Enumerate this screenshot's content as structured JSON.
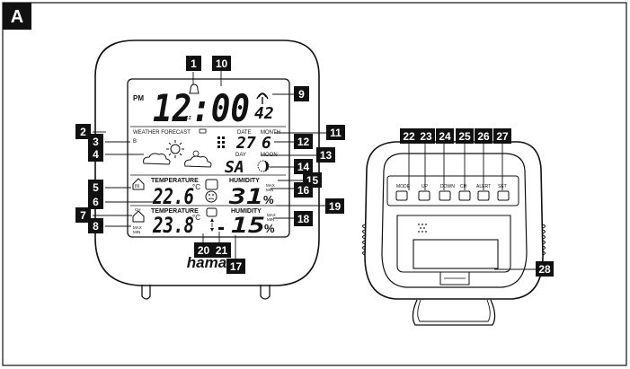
{
  "figure_label": "A",
  "display": {
    "pm": "PM",
    "time": "12:00",
    "seconds": "42",
    "zz": "zz",
    "weather_forecast": "WEATHER FORECAST",
    "date_label": "DATE",
    "month_label": "MONTH",
    "date_value": "27",
    "month_value": "6",
    "day_label": "DAY",
    "moon_label": "MOON",
    "day_value": "SA",
    "in_label": "IN",
    "temperature_label": "TEMPERATURE",
    "humidity_label": "HUMIDITY",
    "indoor_temp": "22.6",
    "indoor_hum": "31",
    "ch_label": "CH",
    "outdoor_temp": "23.8",
    "outdoor_hum": "15",
    "unit_c": "°C",
    "percent": "%",
    "max": "MAX",
    "min": "MIN"
  },
  "brand": "hama",
  "back_buttons": [
    "MODE",
    "UP",
    "DOWN",
    "CH",
    "ALERT",
    "SET"
  ],
  "callouts": [
    "1",
    "2",
    "3",
    "4",
    "5",
    "6",
    "7",
    "8",
    "9",
    "10",
    "11",
    "12",
    "13",
    "14",
    "15",
    "16",
    "17",
    "18",
    "19",
    "20",
    "21",
    "22",
    "23",
    "24",
    "25",
    "26",
    "27",
    "28"
  ]
}
